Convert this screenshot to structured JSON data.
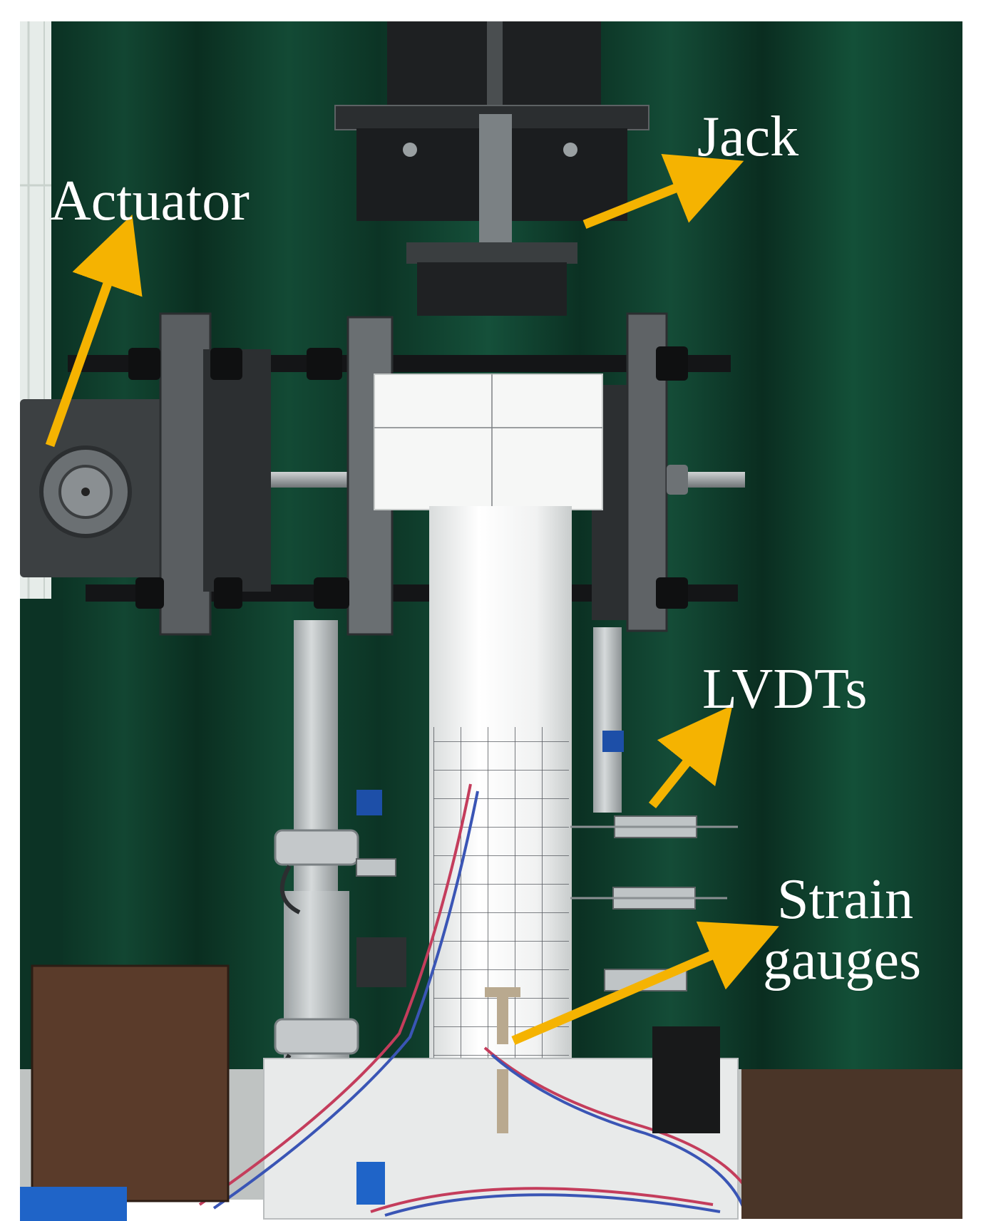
{
  "labels": {
    "jack": "Jack",
    "actuator": "Actuator",
    "lvdts": "LVDTs",
    "strain_line1": "Strain",
    "strain_line2": "gauges"
  },
  "colors": {
    "arrow": "#F5B301",
    "curtain": "#0E3B2A",
    "label_text": "#FFFFFF"
  }
}
